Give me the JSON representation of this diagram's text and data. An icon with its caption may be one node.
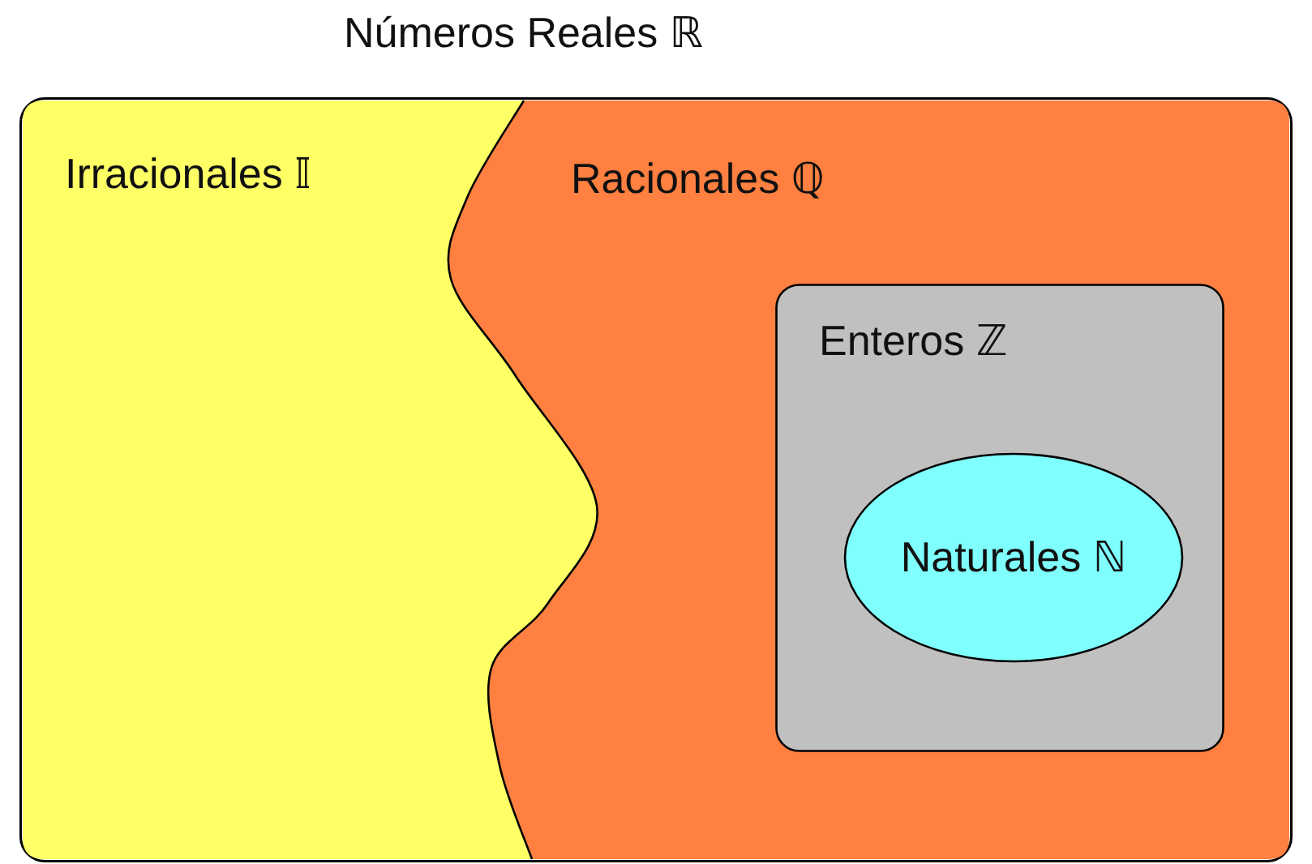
{
  "diagram": {
    "nodes": [
      {
        "text": [
          "Números Reales ℝ"
        ]
      },
      {
        "text": [
          "Irracionales 𝕀"
        ],
        "in": 0
      },
      {
        "text": [
          "Racionales ℚ"
        ],
        "in": 0
      },
      {
        "text": [
          "Enteros ℤ"
        ],
        "in": 2
      },
      {
        "text": [
          "Naturales ℕ"
        ],
        "in": 3
      }
    ],
    "edges": []
  }
}
